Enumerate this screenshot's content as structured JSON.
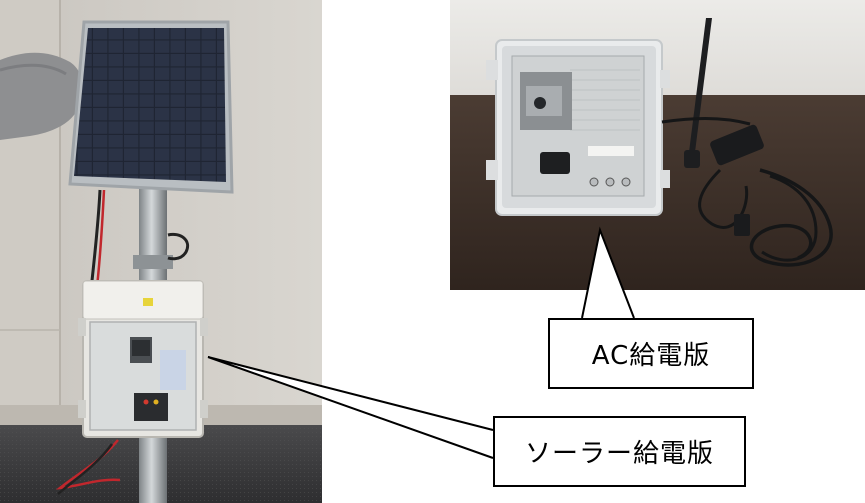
{
  "images": {
    "solar_unit_photo": "solar-powered-enclosure-photo",
    "ac_unit_photo": "ac-powered-enclosure-photo"
  },
  "callouts": {
    "ac": "AC給電版",
    "solar": "ソーラー給電版"
  },
  "colors": {
    "callout_border": "#000000",
    "callout_fill": "#ffffff",
    "leader_line": "#000000"
  }
}
